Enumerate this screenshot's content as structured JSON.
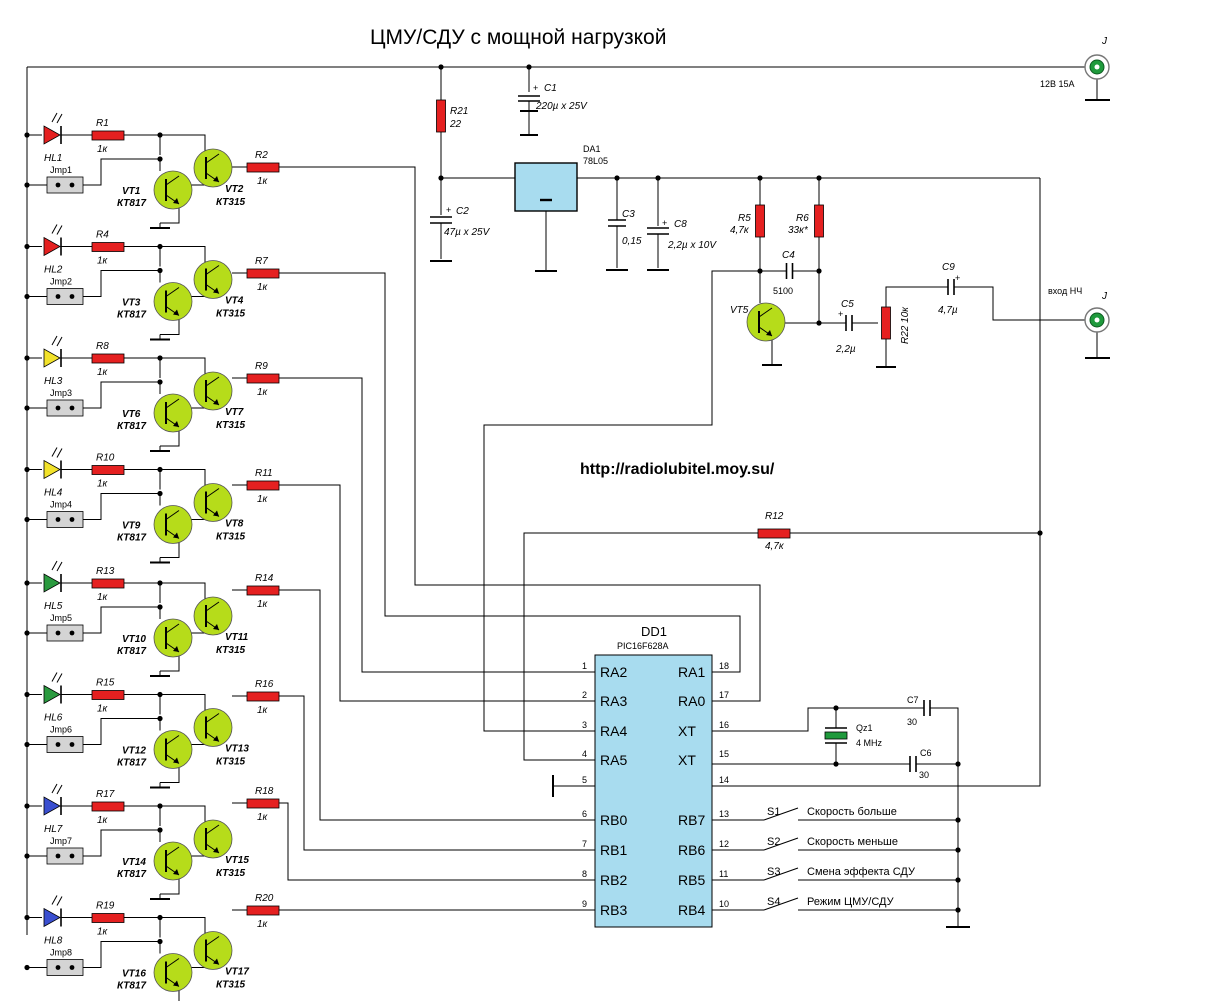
{
  "title": "ЦМУ/СДУ с мощной нагрузкой",
  "url": "http://radiolubitel.moy.su/",
  "colors": {
    "resistor": "#e52020",
    "transistor": "#b6dc1a",
    "chip": "#a8dcef",
    "jumper": "#d4d4d4",
    "jack": "#1f9a3c",
    "led_colors": [
      "#e52020",
      "#e52020",
      "#f2e22a",
      "#f2e22a",
      "#2a9a3f",
      "#2a9a3f",
      "#3a4fd0",
      "#3a4fd0"
    ]
  },
  "power": {
    "jack_label": "J",
    "supply_label": "12В 15А",
    "C1": {
      "name": "C1",
      "value": "220µ x 25V"
    },
    "R21": {
      "name": "R21",
      "value": "22"
    },
    "C2": {
      "name": "C2",
      "value": "47µ x 25V"
    },
    "DA1": {
      "name": "DA1",
      "value": "78L05"
    },
    "C3": {
      "name": "C3",
      "value": "0,15"
    },
    "C8": {
      "name": "C8",
      "value": "2,2µ x 10V"
    }
  },
  "audio": {
    "R5": {
      "name": "R5",
      "value": "4,7к"
    },
    "R6": {
      "name": "R6",
      "value": "33к*"
    },
    "C4": {
      "name": "C4",
      "value": "5100"
    },
    "VT5": "VT5",
    "C5": {
      "name": "C5",
      "value": "2,2µ"
    },
    "R22": {
      "name": "R22",
      "value": "10к"
    },
    "C9": {
      "name": "C9",
      "value": "4,7µ"
    },
    "input_label": "вход НЧ",
    "jack_label": "J",
    "R12": {
      "name": "R12",
      "value": "4,7к"
    }
  },
  "channels": [
    {
      "led": "HL1",
      "r_in": "R1",
      "r_in_val": "1к",
      "r_out": "R2",
      "r_out_val": "1к",
      "jmp": "Jmp1",
      "vt_a": "VT1",
      "vt_a_type": "КТ817",
      "vt_b": "VT2",
      "vt_b_type": "КТ315"
    },
    {
      "led": "HL2",
      "r_in": "R4",
      "r_in_val": "1к",
      "r_out": "R7",
      "r_out_val": "1к",
      "jmp": "Jmp2",
      "vt_a": "VT3",
      "vt_a_type": "КТ817",
      "vt_b": "VT4",
      "vt_b_type": "КТ315"
    },
    {
      "led": "HL3",
      "r_in": "R8",
      "r_in_val": "1к",
      "r_out": "R9",
      "r_out_val": "1к",
      "jmp": "Jmp3",
      "vt_a": "VT6",
      "vt_a_type": "КТ817",
      "vt_b": "VT7",
      "vt_b_type": "КТ315"
    },
    {
      "led": "HL4",
      "r_in": "R10",
      "r_in_val": "1к",
      "r_out": "R11",
      "r_out_val": "1к",
      "jmp": "Jmp4",
      "vt_a": "VT9",
      "vt_a_type": "КТ817",
      "vt_b": "VT8",
      "vt_b_type": "КТ315"
    },
    {
      "led": "HL5",
      "r_in": "R13",
      "r_in_val": "1к",
      "r_out": "R14",
      "r_out_val": "1к",
      "jmp": "Jmp5",
      "vt_a": "VT10",
      "vt_a_type": "КТ817",
      "vt_b": "VT11",
      "vt_b_type": "КТ315"
    },
    {
      "led": "HL6",
      "r_in": "R15",
      "r_in_val": "1к",
      "r_out": "R16",
      "r_out_val": "1к",
      "jmp": "Jmp6",
      "vt_a": "VT12",
      "vt_a_type": "КТ817",
      "vt_b": "VT13",
      "vt_b_type": "КТ315"
    },
    {
      "led": "HL7",
      "r_in": "R17",
      "r_in_val": "1к",
      "r_out": "R18",
      "r_out_val": "1к",
      "jmp": "Jmp7",
      "vt_a": "VT14",
      "vt_a_type": "КТ817",
      "vt_b": "VT15",
      "vt_b_type": "КТ315"
    },
    {
      "led": "HL8",
      "r_in": "R19",
      "r_in_val": "1к",
      "r_out": "R20",
      "r_out_val": "1к",
      "jmp": "Jmp8",
      "vt_a": "VT16",
      "vt_a_type": "КТ817",
      "vt_b": "VT17",
      "vt_b_type": "КТ315"
    }
  ],
  "mcu": {
    "name": "DD1",
    "part": "PIC16F628A",
    "left_pins": [
      {
        "num": "1",
        "label": "RA2"
      },
      {
        "num": "2",
        "label": "RA3"
      },
      {
        "num": "3",
        "label": "RA4"
      },
      {
        "num": "4",
        "label": "RA5"
      },
      {
        "num": "5",
        "label": ""
      },
      {
        "num": "6",
        "label": "RB0"
      },
      {
        "num": "7",
        "label": "RB1"
      },
      {
        "num": "8",
        "label": "RB2"
      },
      {
        "num": "9",
        "label": "RB3"
      }
    ],
    "right_pins": [
      {
        "num": "18",
        "label": "RA1"
      },
      {
        "num": "17",
        "label": "RA0"
      },
      {
        "num": "16",
        "label": "XT"
      },
      {
        "num": "15",
        "label": "XT"
      },
      {
        "num": "14",
        "label": ""
      },
      {
        "num": "13",
        "label": "RB7"
      },
      {
        "num": "12",
        "label": "RB6"
      },
      {
        "num": "11",
        "label": "RB5"
      },
      {
        "num": "10",
        "label": "RB4"
      }
    ]
  },
  "osc": {
    "C7": {
      "name": "C7",
      "value": "30"
    },
    "C6": {
      "name": "C6",
      "value": "30"
    },
    "Qz1": {
      "name": "Qz1",
      "value": "4 MHz"
    }
  },
  "switches": [
    {
      "name": "S1",
      "label": "Скорость больше"
    },
    {
      "name": "S2",
      "label": "Скорость меньше"
    },
    {
      "name": "S3",
      "label": "Смена эффекта СДУ"
    },
    {
      "name": "S4",
      "label": "Режим ЦМУ/СДУ"
    }
  ]
}
